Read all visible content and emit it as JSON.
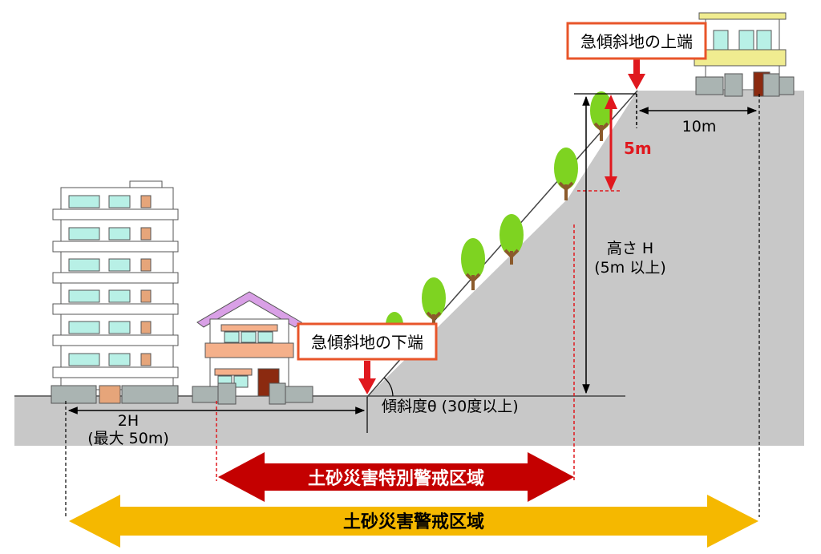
{
  "labels": {
    "top_edge": "急傾斜地の上端",
    "bottom_edge": "急傾斜地の下端",
    "distance_top": "10m",
    "height_5m": "5m",
    "height_line1": "高さ H",
    "height_line2": "(5m 以上)",
    "slope_angle": "傾斜度θ (30度以上)",
    "distance_2h_line1": "2H",
    "distance_2h_line2": "(最大 50m)",
    "special_zone": "土砂災害特別警戒区域",
    "warning_zone": "土砂災害警戒区域"
  },
  "colors": {
    "ground": "#c8c8c8",
    "callout_border": "#e8552a",
    "red_arrow": "#e0181e",
    "special_zone": "#c40000",
    "warning_zone": "#f5b800",
    "tree_foliage": "#7ed321",
    "tree_trunk": "#8b5a2b",
    "window": "#b8f0e6",
    "house_roof": "#d9a0e6",
    "house_band": "#f5b08a",
    "top_house_band": "#f0ec90",
    "door": "#8b2a10"
  }
}
